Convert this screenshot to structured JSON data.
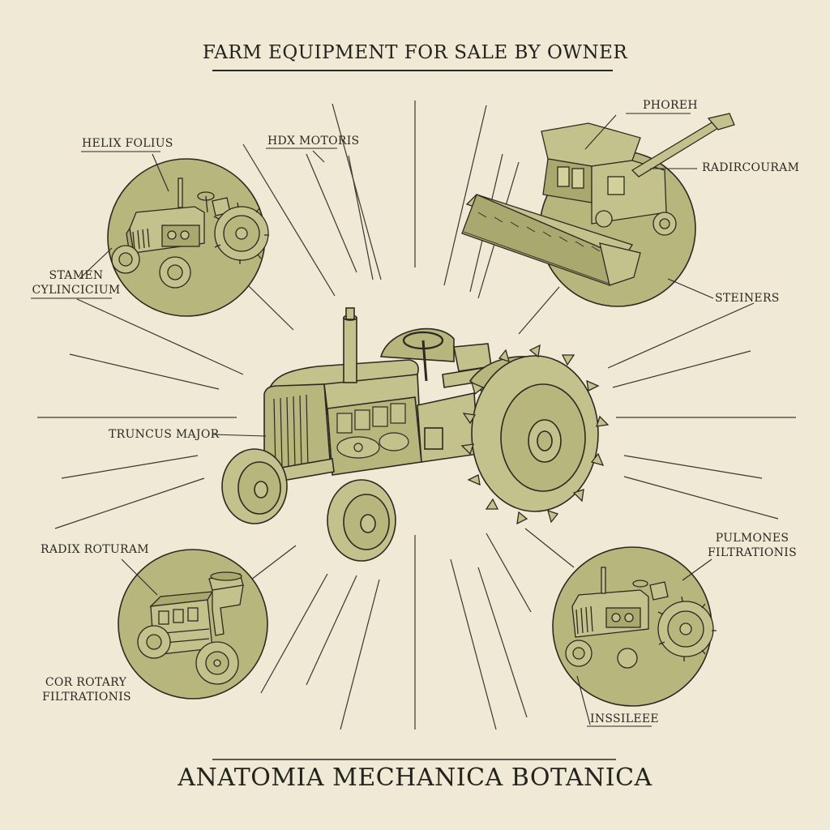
{
  "title": "FARM EQUIPMENT FOR SALE BY OWNER",
  "footer": "ANATOMIA MECHANICA BOTANICA",
  "labels": {
    "helix_folius": "HELIX FOLIUS",
    "hdx_motoris": "HDX MOTORIS",
    "phoreh": "PHOREH",
    "radircouram": "RADIRCOURAM",
    "stamen": "STAMEN",
    "cylincicium": "CYLINCICIUM",
    "steiners": "STEINERS",
    "truncus_major": "TRUNCUS MAJOR",
    "radix_roturam": "RADIX ROTURAM",
    "pulmones": "PULMONES",
    "filtrationis_right": "FILTRATIONIS",
    "cor_rotary": "COR ROTARY",
    "filtrationis_left": "FILTRATIONIS",
    "inssileee": "INSSILEEE"
  },
  "colors": {
    "paper": "#efe9d6",
    "olive": "#b7b67c",
    "olive_light": "#c3c28c",
    "ink": "#2b2a22"
  }
}
